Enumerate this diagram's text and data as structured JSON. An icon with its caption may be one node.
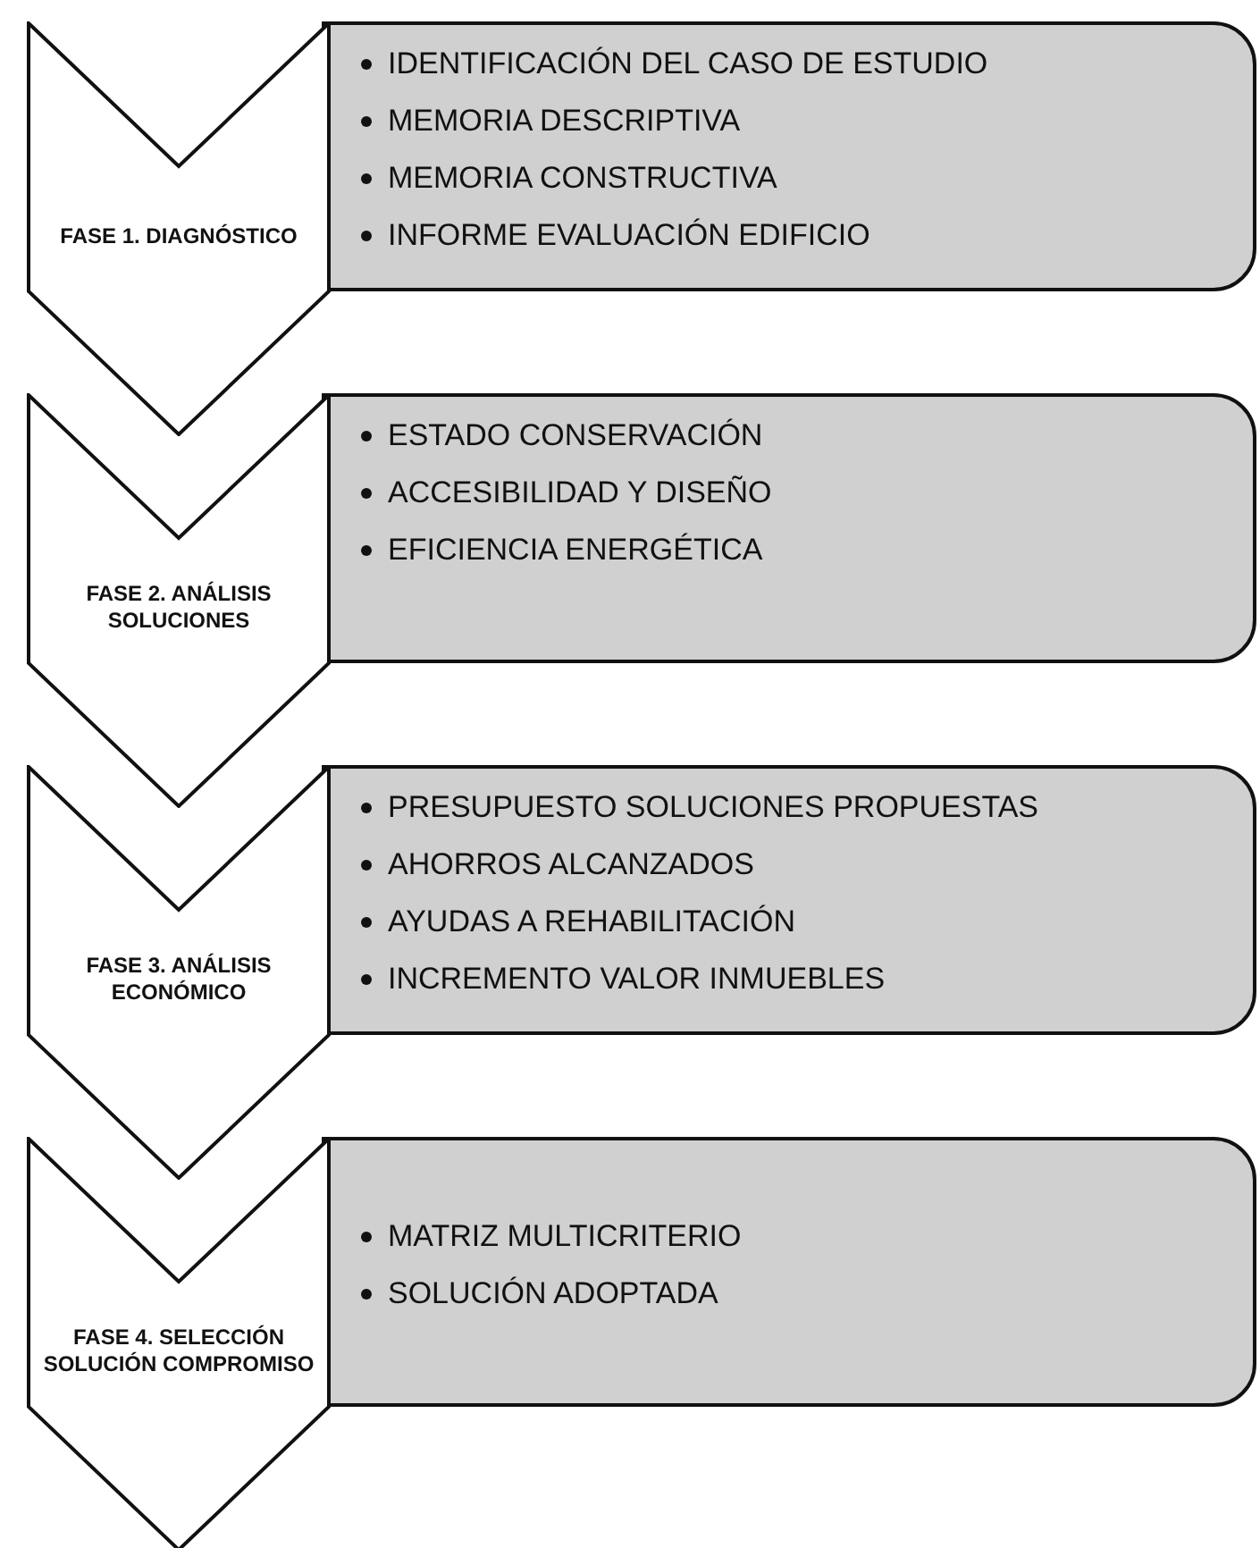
{
  "diagram": {
    "nodes": [
      {
        "text": [
          "FASE 1. DIAGNÓSTICO"
        ]
      },
      {
        "text": [
          "IDENTIFICACIÓN DEL CASO DE ESTUDIO",
          "MEMORIA DESCRIPTIVA",
          "MEMORIA CONSTRUCTIVA",
          "INFORME EVALUACIÓN EDIFICIO"
        ]
      },
      {
        "text": [
          "FASE 2. ANÁLISIS SOLUCIONES"
        ]
      },
      {
        "text": [
          "ESTADO CONSERVACIÓN",
          "ACCESIBILIDAD Y DISEÑO",
          "EFICIENCIA ENERGÉTICA"
        ]
      },
      {
        "text": [
          "FASE 3. ANÁLISIS ECONÓMICO"
        ]
      },
      {
        "text": [
          "PRESUPUESTO SOLUCIONES PROPUESTAS",
          "AHORROS ALCANZADOS",
          "AYUDAS A REHABILITACIÓN",
          "INCREMENTO VALOR INMUEBLES"
        ]
      },
      {
        "text": [
          "FASE 4. SELECCIÓN SOLUCIÓN COMPROMISO"
        ]
      },
      {
        "text": [
          "MATRIZ MULTICRITERIO",
          "SOLUCIÓN ADOPTADA"
        ]
      }
    ]
  }
}
